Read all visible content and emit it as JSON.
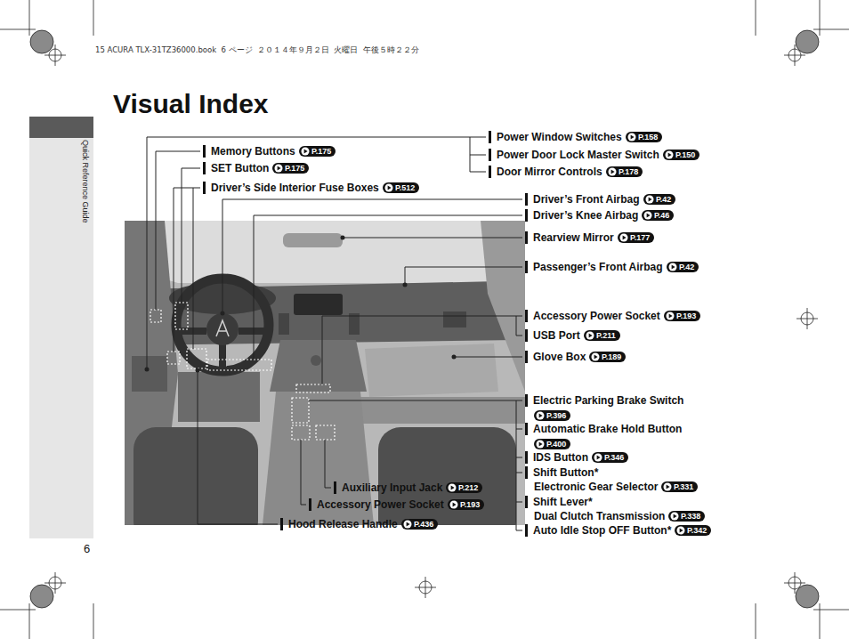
{
  "diagram": {
    "title": "Visual Index",
    "nodes": [
      {
        "text": [
          "P.175"
        ]
      },
      {
        "text": [
          "P.175"
        ]
      },
      {
        "text": [
          "P.512"
        ]
      },
      {
        "text": [
          "P.158"
        ]
      },
      {
        "text": [
          "P.150"
        ]
      },
      {
        "text": [
          "P.178"
        ]
      },
      {
        "text": [
          "P.42"
        ]
      },
      {
        "text": [
          "P.46"
        ]
      },
      {
        "text": [
          "P.177"
        ]
      },
      {
        "text": [
          "P.42"
        ]
      },
      {
        "text": [
          "P.193"
        ]
      },
      {
        "text": [
          "P.211"
        ]
      },
      {
        "text": [
          "P.189"
        ]
      },
      {
        "text": [
          "P.396"
        ]
      },
      {
        "text": [
          "P.400"
        ]
      },
      {
        "text": [
          "P.346"
        ]
      },
      {
        "text": [
          "P.331"
        ]
      },
      {
        "text": [
          "P.338"
        ]
      },
      {
        "text": [
          "P.342"
        ]
      },
      {
        "text": [
          "P.212"
        ]
      },
      {
        "text": [
          "P.193"
        ]
      },
      {
        "text": [
          "P.436"
        ]
      }
    ],
    "labels": [
      "15 ACURA TLX-31TZ36000.book  6 ページ  ２０１４年９月２日  火曜日  午後５時２２分",
      "Quick Reference Guide",
      "6",
      "Memory Buttons",
      "SET Button",
      "Driver’s Side Interior Fuse Boxes",
      "Power Window Switches",
      "Power Door Lock Master Switch",
      "Door Mirror Controls",
      "Driver’s Front Airbag",
      "Driver’s Knee Airbag",
      "Rearview Mirror",
      "Passenger’s Front Airbag",
      "Accessory Power Socket",
      "USB Port",
      "Glove Box",
      "Electric Parking Brake Switch",
      "Automatic Brake Hold Button",
      "IDS Button",
      "Shift Button*",
      "Electronic Gear Selector",
      "Shift Lever*",
      "Dual Clutch Transmission",
      "Auto Idle Stop OFF Button*",
      "Auxiliary Input Jack",
      "Accessory Power Socket",
      "Hood Release Handle"
    ]
  }
}
